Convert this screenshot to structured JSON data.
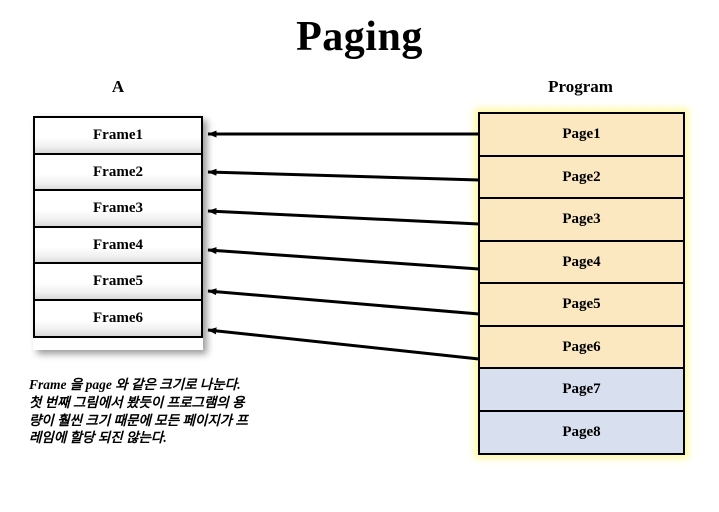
{
  "slide": {
    "title": "Paging",
    "background_color": "#ffffff"
  },
  "left_column": {
    "heading": "A",
    "frames": [
      {
        "label": "Frame1"
      },
      {
        "label": "Frame2"
      },
      {
        "label": "Frame3"
      },
      {
        "label": "Frame4"
      },
      {
        "label": "Frame5"
      },
      {
        "label": "Frame6"
      }
    ]
  },
  "right_column": {
    "heading": "Program",
    "pages": [
      {
        "label": "Page1",
        "fill": "#fbe8c0",
        "state": "allocated"
      },
      {
        "label": "Page2",
        "fill": "#fbe8c0",
        "state": "allocated"
      },
      {
        "label": "Page3",
        "fill": "#fbe8c0",
        "state": "allocated"
      },
      {
        "label": "Page4",
        "fill": "#fbe8c0",
        "state": "allocated"
      },
      {
        "label": "Page5",
        "fill": "#fbe8c0",
        "state": "allocated"
      },
      {
        "label": "Page6",
        "fill": "#fbe8c0",
        "state": "allocated"
      },
      {
        "label": "Page7",
        "fill": "#d8dfee",
        "state": "unallocated"
      },
      {
        "label": "Page8",
        "fill": "#d8dfee",
        "state": "unallocated"
      }
    ]
  },
  "mappings": [
    {
      "from": "Page1",
      "to": "Frame1"
    },
    {
      "from": "Page2",
      "to": "Frame2"
    },
    {
      "from": "Page3",
      "to": "Frame3"
    },
    {
      "from": "Page4",
      "to": "Frame4"
    },
    {
      "from": "Page5",
      "to": "Frame5"
    },
    {
      "from": "Page6",
      "to": "Frame6"
    }
  ],
  "caption": {
    "text": "Frame 을 page 와 같은 크기로 나눈다. 첫 번째 그림에서 봤듯이 프로그램의 용량이 훨씬 크기 때문에 모든 페이지가 프레임에 할당 되진 않는다."
  },
  "colors": {
    "page_allocated": "#fbe8c0",
    "page_unallocated": "#d8dfee",
    "page_glow": "#fff9b0",
    "border": "#000000",
    "text": "#000000"
  }
}
